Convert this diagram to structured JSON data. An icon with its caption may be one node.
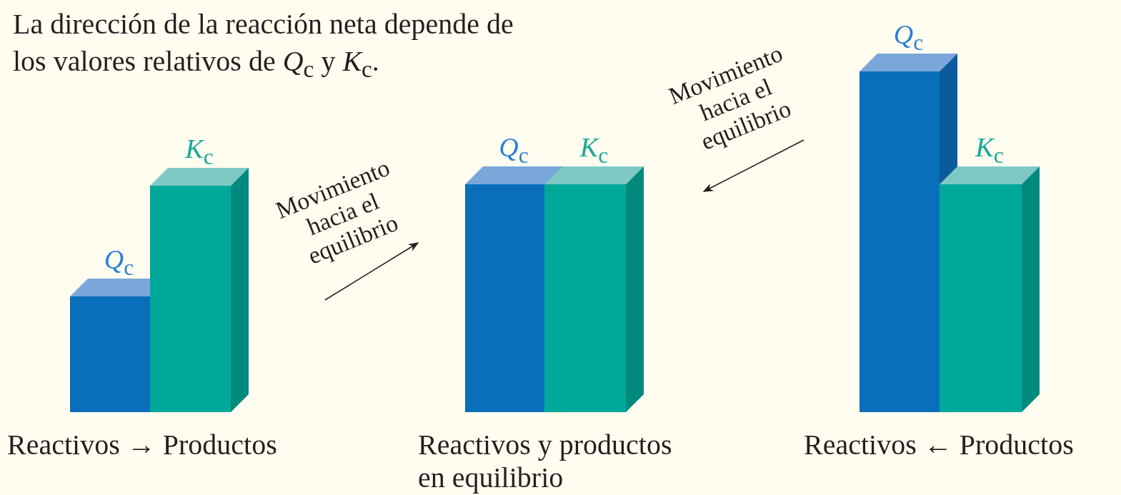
{
  "diagram": {
    "title": "La dirección de la reacción neta depende de los valores relativos de *Q*$_{c}$ y *K*$_{c}$.",
    "nodes": [
      {
        "text": [
          "Reactivos → Productos"
        ]
      },
      {
        "text": [
          "*Q*$_{c}$"
        ],
        "in": 0
      },
      {
        "text": [
          "*K*$_{c}$"
        ],
        "in": 0
      },
      {
        "text": [
          "Reactivos y productos en equilibrio"
        ]
      },
      {
        "text": [
          "*Q*$_{c}$"
        ],
        "in": 3
      },
      {
        "text": [
          "*K*$_{c}$"
        ],
        "in": 3
      },
      {
        "text": [
          "Reactivos ← Productos"
        ]
      },
      {
        "text": [
          "*Q*$_{c}$"
        ],
        "in": 6
      },
      {
        "text": [
          "*K*$_{c}$"
        ],
        "in": 6
      }
    ],
    "edges": [
      {
        "from": 0,
        "to": 3,
        "arrow": "to",
        "label": "Movimiento hacia el equilibrio"
      },
      {
        "from": 6,
        "to": 3,
        "arrow": "to",
        "label": "Movimiento hacia el equilibrio"
      }
    ]
  }
}
